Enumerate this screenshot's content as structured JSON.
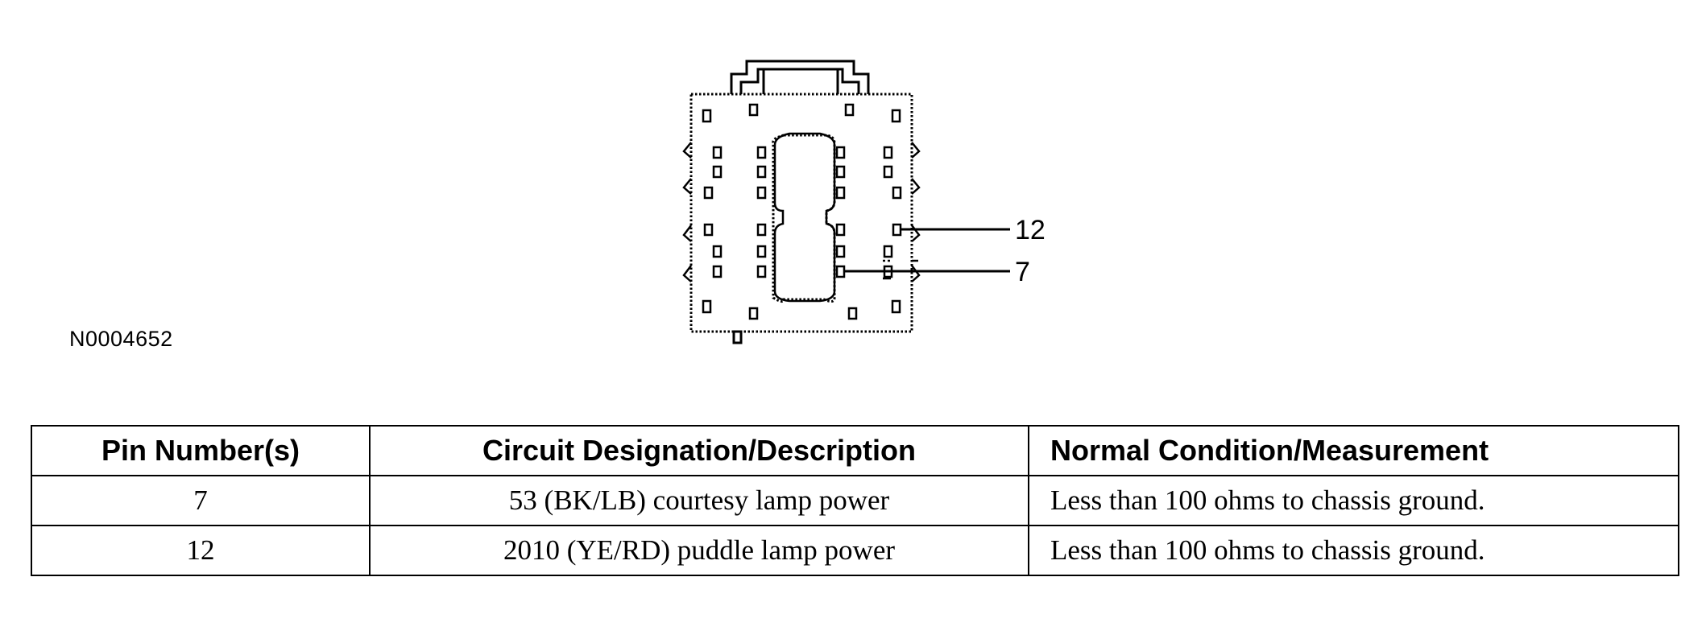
{
  "figure": {
    "id": "N0004652",
    "callouts": [
      {
        "pin": "12"
      },
      {
        "pin": "7"
      }
    ]
  },
  "table": {
    "headers": [
      "Pin Number(s)",
      "Circuit Designation/Description",
      "Normal Condition/Measurement"
    ],
    "rows": [
      [
        "7",
        "53 (BK/LB) courtesy lamp power",
        "Less than 100 ohms to chassis ground."
      ],
      [
        "12",
        "2010 (YE/RD) puddle lamp power",
        "Less than 100 ohms to chassis ground."
      ]
    ]
  }
}
